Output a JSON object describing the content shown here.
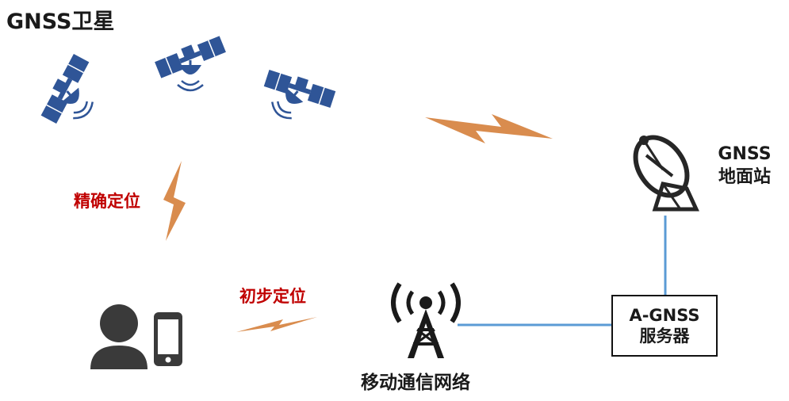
{
  "title": "GNSS卫星",
  "labels": {
    "precise": "精确定位",
    "initial": "初步定位",
    "mobile_network": "移动通信网络",
    "ground_station_line1": "GNSS",
    "ground_station_line2": "地面站",
    "server_line1": "A-GNSS",
    "server_line2": "服务器"
  },
  "colors": {
    "satellite": "#2f5597",
    "lightning": "#d98c4e",
    "link": "#5b9bd5",
    "label_red": "#c00000",
    "icon_dark": "#262626",
    "person": "#3a3a3a"
  }
}
